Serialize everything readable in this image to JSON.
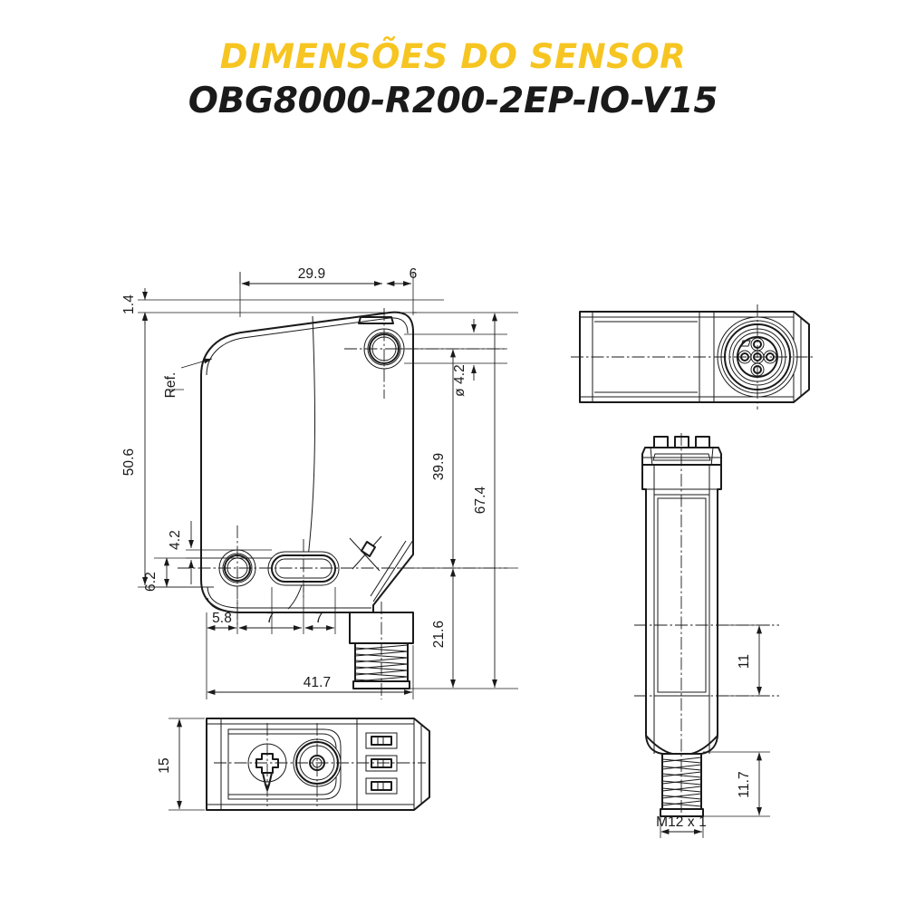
{
  "page": {
    "background_color": "#ffffff",
    "line_color": "#1a1a1a"
  },
  "header": {
    "title": "DIMENSÕES DO SENSOR",
    "title_color": "#f6c521",
    "subtitle": "OBG8000-R200-2EP-IO-V15",
    "subtitle_color": "#1a1a1a"
  },
  "views": {
    "main_side": {
      "name": "side-view",
      "dimensions": {
        "top_width_body": "29.9",
        "top_width_offset": "6",
        "left_top_step": "1.4",
        "left_height": "50.6",
        "left_hole_top": "4.2",
        "left_hole_bottom": "6.2",
        "bottom_first": "5.8",
        "bottom_second": "7",
        "bottom_third": "7",
        "bottom_total": "41.7",
        "right_hole_dia": "ø 4.2",
        "right_hole_spacing": "39.9",
        "right_total": "67.4",
        "right_connector": "21.6",
        "reference_label": "Ref."
      }
    },
    "bottom_left": {
      "name": "bottom-view",
      "dimensions": {
        "height": "15"
      }
    },
    "top_right": {
      "name": "rear-connector-view",
      "dimensions": {}
    },
    "bottom_right": {
      "name": "front-view",
      "dimensions": {
        "window_height": "11",
        "thread_length": "11.7",
        "thread_spec": "M12 x 1"
      }
    }
  },
  "labels": [
    {
      "id": "d_29_9",
      "text": "29.9"
    },
    {
      "id": "d_6",
      "text": "6"
    },
    {
      "id": "d_1_4",
      "text": "1.4"
    },
    {
      "id": "d_50_6",
      "text": "50.6"
    },
    {
      "id": "d_ref",
      "text": "Ref."
    },
    {
      "id": "d_4_2_l",
      "text": "4.2"
    },
    {
      "id": "d_6_2",
      "text": "6.2"
    },
    {
      "id": "d_5_8",
      "text": "5.8"
    },
    {
      "id": "d_7_a",
      "text": "7"
    },
    {
      "id": "d_7_b",
      "text": "7"
    },
    {
      "id": "d_41_7",
      "text": "41.7"
    },
    {
      "id": "d_dia42",
      "text": "ø 4.2"
    },
    {
      "id": "d_39_9",
      "text": "39.9"
    },
    {
      "id": "d_67_4",
      "text": "67.4"
    },
    {
      "id": "d_21_6",
      "text": "21.6"
    },
    {
      "id": "d_15",
      "text": "15"
    },
    {
      "id": "d_11",
      "text": "11"
    },
    {
      "id": "d_11_7",
      "text": "11.7"
    },
    {
      "id": "d_m12",
      "text": "M12 x 1"
    }
  ]
}
